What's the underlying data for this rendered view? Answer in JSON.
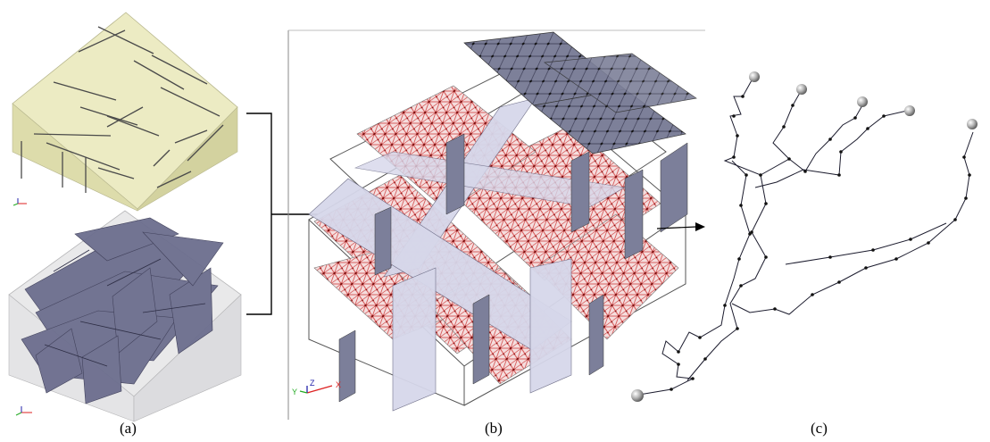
{
  "captions": {
    "a": "(a)",
    "b": "(b)",
    "c": "(c)"
  },
  "axes_b": {
    "y": "Y",
    "z": "Z",
    "x": "X"
  },
  "colors": {
    "block_face_top": "#e7e6b8",
    "block_face_side": "#d9d8a6",
    "fracture_plane": "#6f6f92",
    "mesh_red": "#d42b2b",
    "plane_light": "#cfd0e6",
    "graph_line": "#1c1c2e",
    "sphere": "#9a9a9a"
  }
}
